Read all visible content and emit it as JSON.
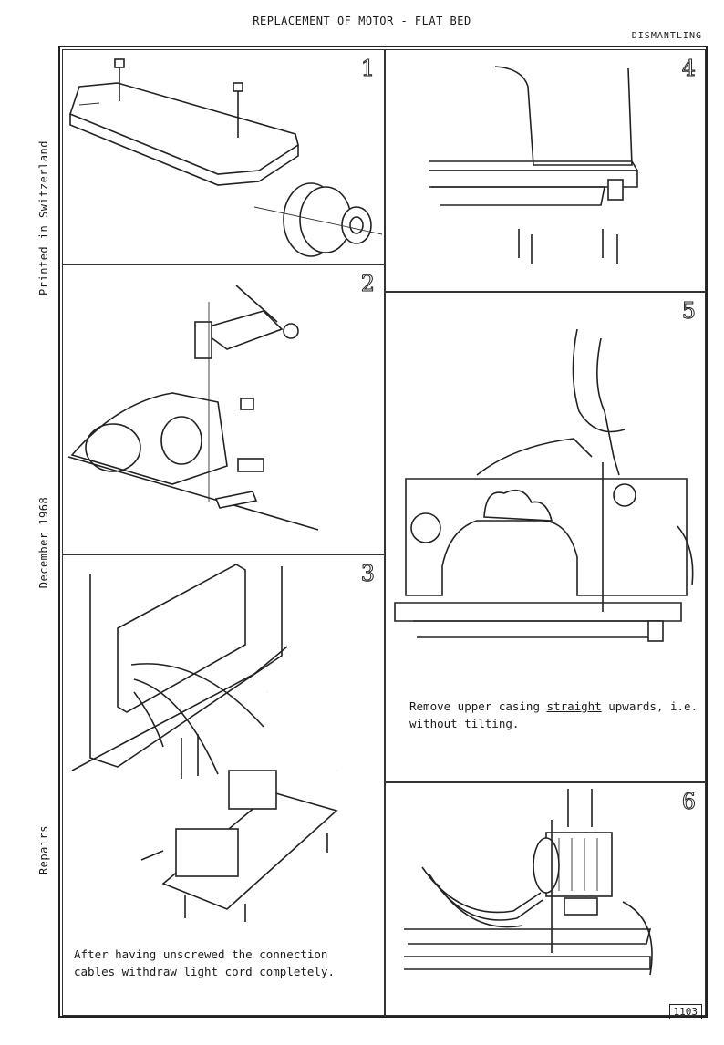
{
  "header": {
    "title": "REPLACEMENT OF MOTOR - FLAT BED",
    "section": "DISMANTLING"
  },
  "sidebar": {
    "printed": "Printed in Switzerland",
    "date": "December 1968",
    "category": "Repairs"
  },
  "panels": [
    {
      "number": "1",
      "caption": ""
    },
    {
      "number": "2",
      "caption": ""
    },
    {
      "number": "3",
      "caption": "After having unscrewed the connection cables withdraw light cord completely."
    },
    {
      "number": "4",
      "caption": ""
    },
    {
      "number": "5",
      "caption_pre": "Remove upper casing ",
      "caption_em": "straight",
      "caption_post": " upwards, i.e. without tilting."
    },
    {
      "number": "6",
      "caption": ""
    }
  ],
  "footer": {
    "page_number": "1103"
  }
}
